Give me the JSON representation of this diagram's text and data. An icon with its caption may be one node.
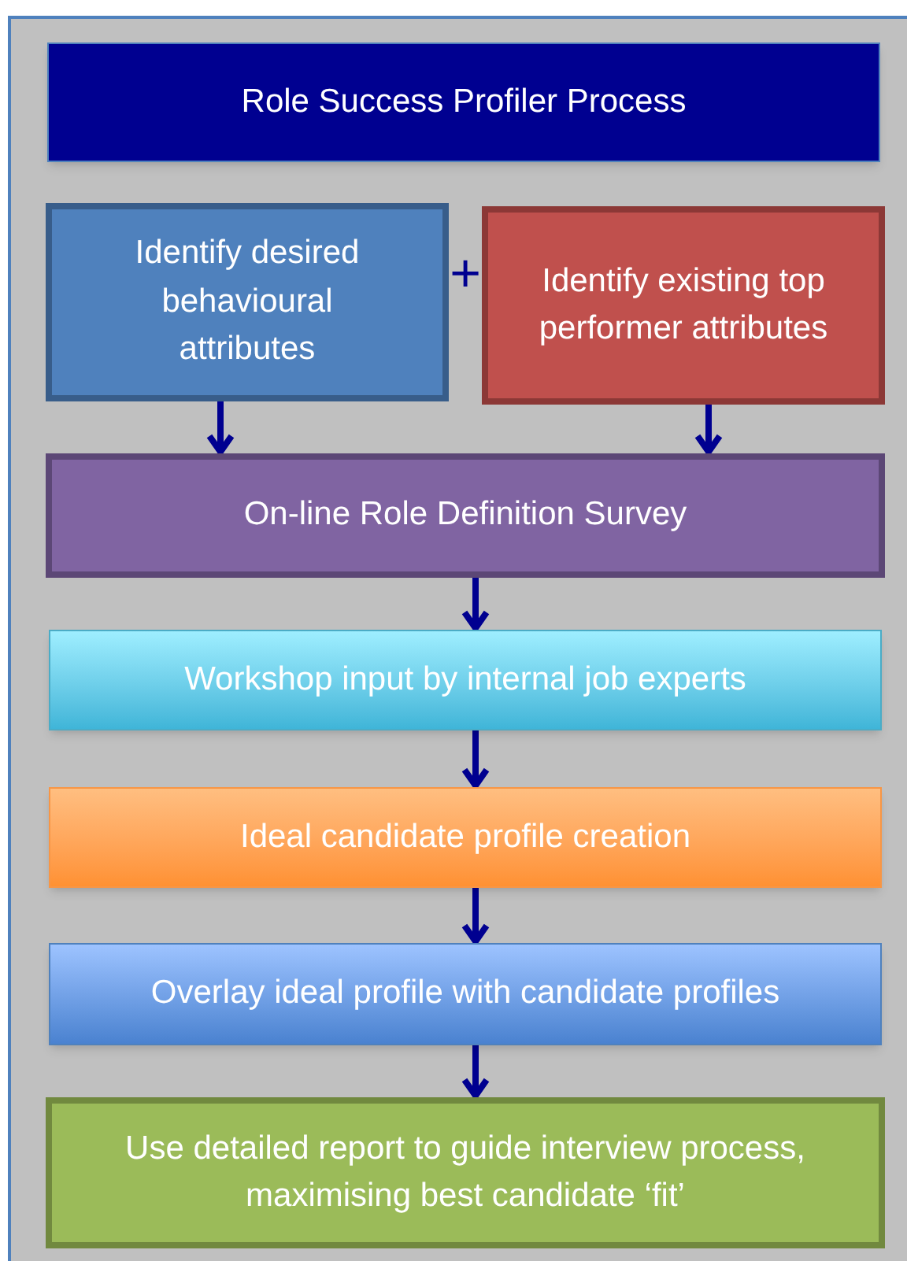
{
  "diagram": {
    "nodes": [
      {
        "text": [],
        "shape": "box"
      },
      {
        "text": [
          "Role Success Profiler Process"
        ],
        "in": 0
      },
      {
        "text": [
          "Identify desired behavioural attributes"
        ],
        "in": 0
      },
      {
        "text": [
          "Identify existing top performer attributes"
        ],
        "in": 0
      },
      {
        "text": [
          "On-line Role Definition Survey"
        ],
        "in": 0
      },
      {
        "text": [
          "Workshop input by internal job experts"
        ],
        "in": 0
      },
      {
        "text": [
          "Ideal candidate profile creation"
        ],
        "in": 0
      },
      {
        "text": [
          "Overlay ideal profile with candidate profiles"
        ],
        "in": 0
      },
      {
        "text": [
          "Use detailed report to guide interview process, maximising best candidate ‘fit’"
        ],
        "in": 0
      }
    ],
    "edges": [
      {
        "from": 2,
        "to": 4,
        "arrow": "to"
      },
      {
        "from": 3,
        "to": 4,
        "arrow": "to"
      },
      {
        "from": 4,
        "to": 5,
        "arrow": "to"
      },
      {
        "from": 5,
        "to": 6,
        "arrow": "to"
      },
      {
        "from": 6,
        "to": 7,
        "arrow": "to"
      },
      {
        "from": 7,
        "to": 8,
        "arrow": "to"
      }
    ],
    "labels": [
      "+"
    ]
  }
}
